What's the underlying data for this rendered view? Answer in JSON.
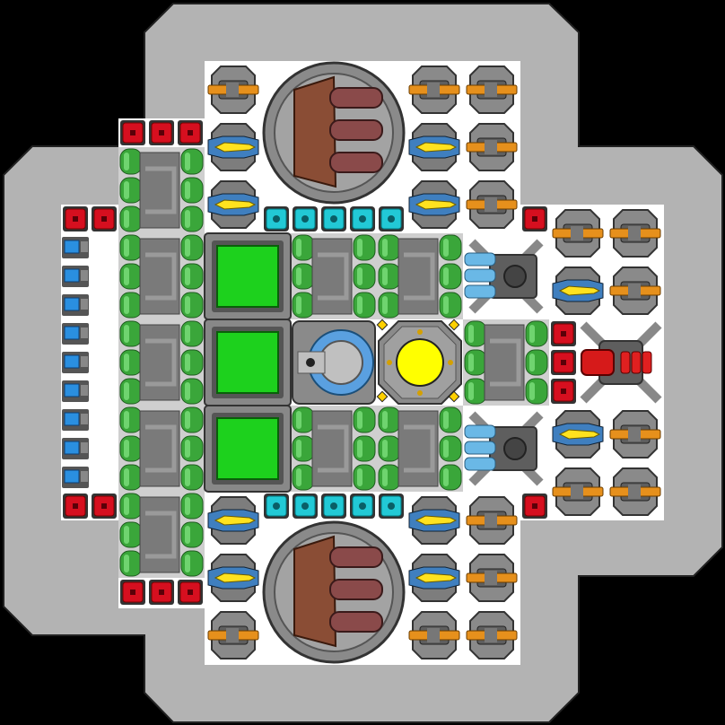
{
  "view": {
    "type": "ship-design-grid",
    "grid_cols": 25,
    "grid_rows": 25
  },
  "colors": {
    "background": "#000000",
    "hull": "#b3b3b3",
    "deck": "#ffffff",
    "armor": "#d60f1f",
    "shield": "#22c9d6",
    "energy": "#2a8fe0",
    "tank": "#3aa63a",
    "gun_body": "#8a8a8a",
    "gun_accent": "#e6901c",
    "missile": "#ffe21f",
    "reactor": "#ffff00",
    "cargo": "#1dd11d",
    "engine": "#6ab8e6",
    "cannon": "#8a4d35"
  },
  "modules": {
    "armor": [
      [
        4,
        4
      ],
      [
        5,
        4
      ],
      [
        6,
        4
      ],
      [
        2,
        7
      ],
      [
        3,
        7
      ],
      [
        2,
        17
      ],
      [
        3,
        17
      ],
      [
        4,
        20
      ],
      [
        5,
        20
      ],
      [
        6,
        20
      ],
      [
        18,
        7
      ],
      [
        18,
        17
      ],
      [
        19,
        11
      ],
      [
        19,
        12
      ],
      [
        19,
        13
      ]
    ],
    "shields": [
      [
        9,
        7
      ],
      [
        10,
        7
      ],
      [
        11,
        7
      ],
      [
        12,
        7
      ],
      [
        13,
        7
      ],
      [
        9,
        17
      ],
      [
        10,
        17
      ],
      [
        11,
        17
      ],
      [
        12,
        17
      ],
      [
        13,
        17
      ]
    ],
    "batteries": [
      [
        2,
        8
      ],
      [
        2,
        9
      ],
      [
        2,
        10
      ],
      [
        2,
        11
      ],
      [
        2,
        12
      ],
      [
        2,
        13
      ],
      [
        2,
        14
      ],
      [
        2,
        15
      ],
      [
        2,
        16
      ]
    ],
    "guns": [
      [
        7,
        2
      ],
      [
        14,
        2
      ],
      [
        16,
        2
      ],
      [
        16,
        4
      ],
      [
        16,
        6
      ],
      [
        19,
        7
      ],
      [
        21,
        7
      ],
      [
        21,
        9
      ],
      [
        21,
        14
      ],
      [
        19,
        16
      ],
      [
        21,
        16
      ],
      [
        16,
        17
      ],
      [
        16,
        19
      ],
      [
        7,
        21
      ],
      [
        14,
        21
      ],
      [
        16,
        21
      ]
    ],
    "missiles": [
      [
        7,
        4
      ],
      [
        7,
        6
      ],
      [
        14,
        4
      ],
      [
        14,
        6
      ],
      [
        19,
        9
      ],
      [
        19,
        14
      ],
      [
        7,
        17
      ],
      [
        7,
        19
      ],
      [
        14,
        17
      ],
      [
        14,
        19
      ]
    ],
    "tanks_2x3": [
      [
        4,
        5
      ],
      [
        4,
        8
      ],
      [
        4,
        11
      ],
      [
        4,
        14
      ],
      [
        4,
        17
      ]
    ],
    "tanks_2x2": [
      [
        10,
        8
      ],
      [
        13,
        8
      ],
      [
        10,
        14
      ],
      [
        13,
        14
      ],
      [
        16,
        11
      ]
    ],
    "cargo": [
      [
        7,
        8
      ],
      [
        7,
        11
      ],
      [
        7,
        14
      ]
    ],
    "engines": [
      [
        16,
        8
      ],
      [
        16,
        14
      ]
    ],
    "cannons": [
      [
        9,
        2
      ],
      [
        9,
        18
      ]
    ],
    "reactor": [
      13,
      11
    ],
    "dome": [
      10,
      11
    ],
    "core": [
      20,
      11
    ]
  }
}
